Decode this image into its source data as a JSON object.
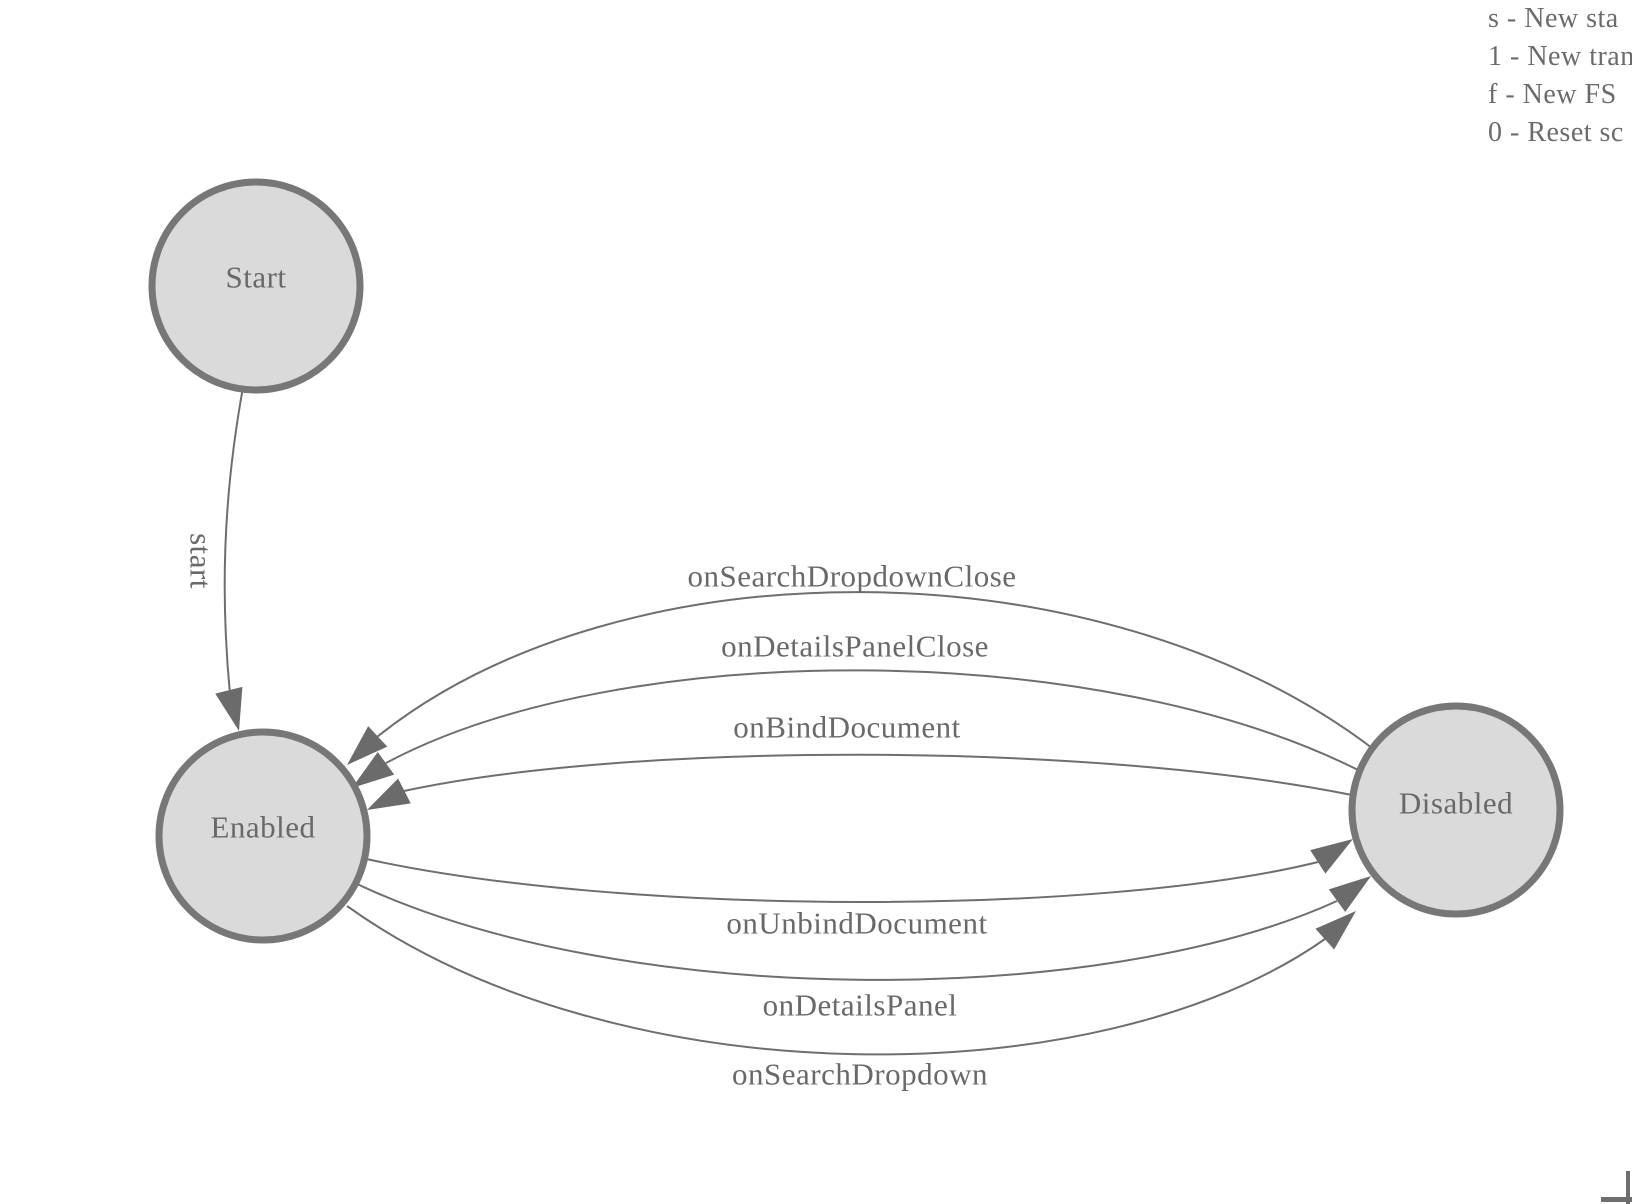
{
  "diagram": {
    "states": [
      {
        "id": "start",
        "label": "Start"
      },
      {
        "id": "enabled",
        "label": "Enabled"
      },
      {
        "id": "disabled",
        "label": "Disabled"
      }
    ],
    "transitions": [
      {
        "from": "start",
        "to": "enabled",
        "label": "start"
      },
      {
        "from": "disabled",
        "to": "enabled",
        "label": "onSearchDropdownClose"
      },
      {
        "from": "disabled",
        "to": "enabled",
        "label": "onDetailsPanelClose"
      },
      {
        "from": "disabled",
        "to": "enabled",
        "label": "onBindDocument"
      },
      {
        "from": "enabled",
        "to": "disabled",
        "label": "onUnbindDocument"
      },
      {
        "from": "enabled",
        "to": "disabled",
        "label": "onDetailsPanel"
      },
      {
        "from": "enabled",
        "to": "disabled",
        "label": "onSearchDropdown"
      }
    ]
  },
  "legend": {
    "lines": [
      "s - New sta",
      "1 - New tran",
      "f - New FS",
      "0 - Reset sc"
    ]
  },
  "colors": {
    "node_fill": "#dadada",
    "node_stroke": "#777777",
    "edge_stroke": "#6e6e6e",
    "arrow_fill": "#6b6b6b",
    "text": "#696969"
  }
}
